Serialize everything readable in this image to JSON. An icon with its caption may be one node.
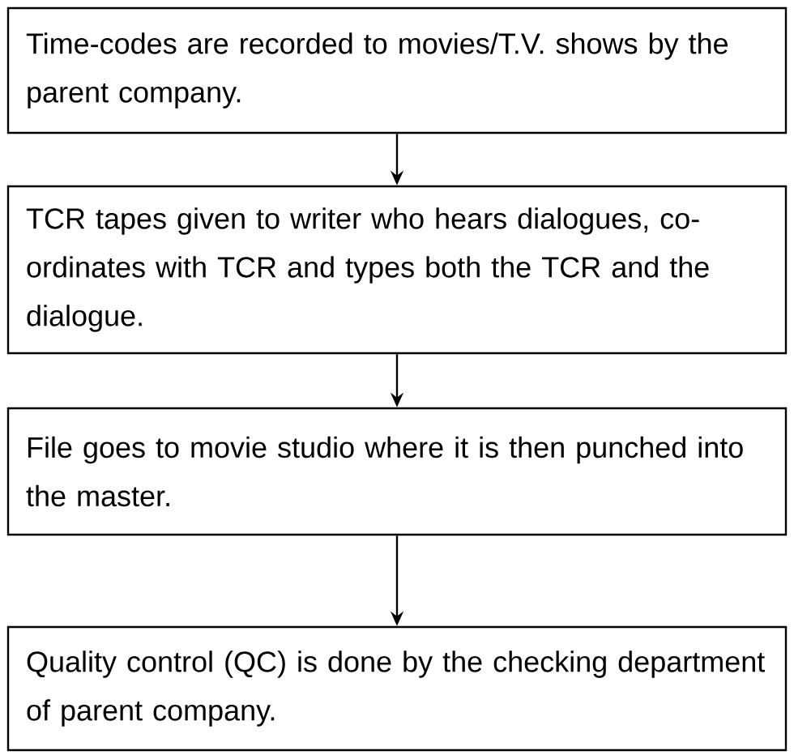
{
  "diagram": {
    "nodes": [
      {
        "text": [
          "Time-codes are recorded to movies/T.V. shows by the parent company."
        ]
      },
      {
        "text": [
          "TCR tapes given to writer who hears dialogues, co-ordinates with TCR and types both the TCR and the dialogue."
        ]
      },
      {
        "text": [
          "File goes to movie studio where it is then punched into the master."
        ]
      },
      {
        "text": [
          "Quality control (QC) is done by the checking department of parent company."
        ]
      }
    ],
    "edges": [
      {
        "from": 0,
        "to": 1,
        "arrow": "to"
      },
      {
        "from": 1,
        "to": 2,
        "arrow": "to"
      },
      {
        "from": 2,
        "to": 3,
        "arrow": "to"
      }
    ]
  }
}
